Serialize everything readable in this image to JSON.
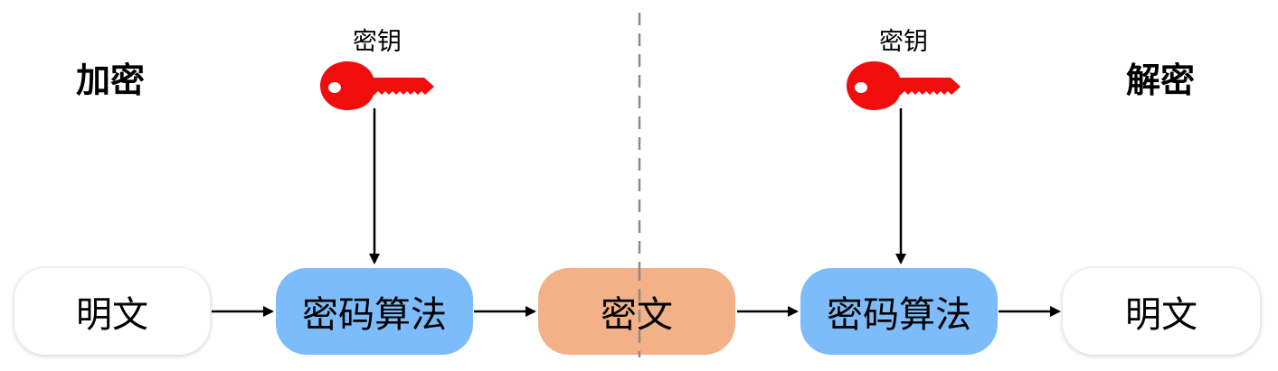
{
  "sections": {
    "encrypt_title": "加密",
    "decrypt_title": "解密"
  },
  "keys": {
    "encrypt_key_label": "密钥",
    "decrypt_key_label": "密钥"
  },
  "nodes": {
    "plaintext_input": "明文",
    "encrypt_algorithm": "密码算法",
    "ciphertext": "密文",
    "decrypt_algorithm": "密码算法",
    "plaintext_output": "明文"
  },
  "colors": {
    "algorithm_fill": "#7dbcfa",
    "ciphertext_fill": "#f2b186",
    "key_fill": "#f20d0d",
    "arrow": "#000000",
    "divider": "#8a8a8a"
  },
  "icons": {
    "encrypt_key": "key-icon",
    "decrypt_key": "key-icon"
  }
}
